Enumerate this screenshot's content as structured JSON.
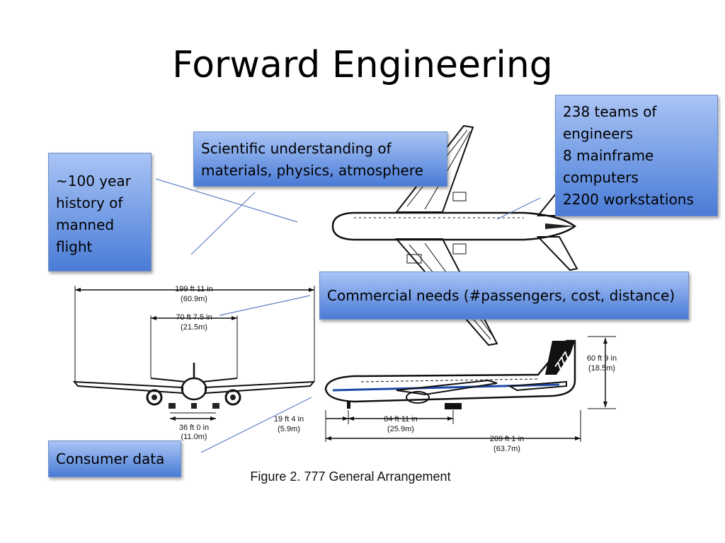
{
  "slide": {
    "title": "Forward Engineering"
  },
  "callouts": {
    "history": [
      "~100 year",
      "history of",
      "manned",
      "flight"
    ],
    "science": [
      "Scientific understanding of",
      "materials, physics, atmosphere"
    ],
    "teams": [
      "238 teams of",
      "engineers",
      "8 mainframe",
      "computers",
      "2200 workstations"
    ],
    "commercial": [
      "Commercial needs (#passengers, cost, distance)"
    ],
    "consumer": [
      "Consumer data"
    ]
  },
  "figure": {
    "caption": "Figure 2. 777 General Arrangement",
    "dimensions": {
      "wingspan_ft": "199 ft 11 in",
      "wingspan_m": "(60.9m)",
      "tailspan_ft": "70 ft 7.5 in",
      "tailspan_m": "(21.5m)",
      "track_ft": "36 ft 0 in",
      "track_m": "(11.0m)",
      "height_ft": "60 ft 9 in",
      "height_m": "(18.5m)",
      "nose_ft": "19 ft 4 in",
      "nose_m": "(5.9m)",
      "wheelbase_ft": "84 ft 11 in",
      "wheelbase_m": "(25.9m)",
      "length_ft": "209 ft 1 in",
      "length_m": "(63.7m)"
    },
    "tail_marking": "777"
  },
  "colors": {
    "callout_top": "#aac4f5",
    "callout_bottom": "#4a7bd6",
    "connector": "#5b7fc4"
  }
}
